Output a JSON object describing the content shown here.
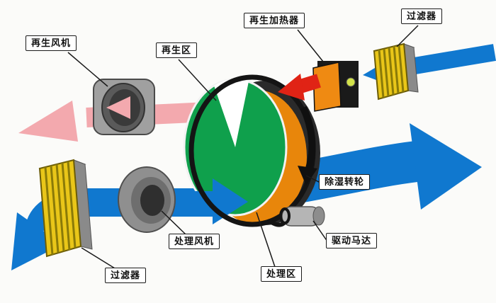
{
  "labels": {
    "regen_fan": "再生风机",
    "regen_zone": "再生区",
    "regen_heater": "再生加热器",
    "filter_top": "过滤器",
    "wheel": "除湿转轮",
    "drive_motor": "驱动马达",
    "process_zone": "处理区",
    "process_fan": "处理风机",
    "filter_bottom": "过滤器"
  },
  "colors": {
    "process_air_blue": "#1078cf",
    "regen_exhaust_pink": "#f3a9ae",
    "hot_air_red": "#e02315",
    "wheel_green": "#0fa04c",
    "wheel_back_orange": "#e8860b",
    "heater_orange": "#ef8a12",
    "filter_yellow": "#e9c619",
    "housing_gray": "#9b9b9b",
    "background": "#fbfbf9"
  },
  "flows": [
    {
      "name": "process-air",
      "color": "#1078cf"
    },
    {
      "name": "regeneration-exhaust-air",
      "color": "#f3a9ae"
    },
    {
      "name": "heated-regeneration-air",
      "color": "#e02315"
    }
  ]
}
